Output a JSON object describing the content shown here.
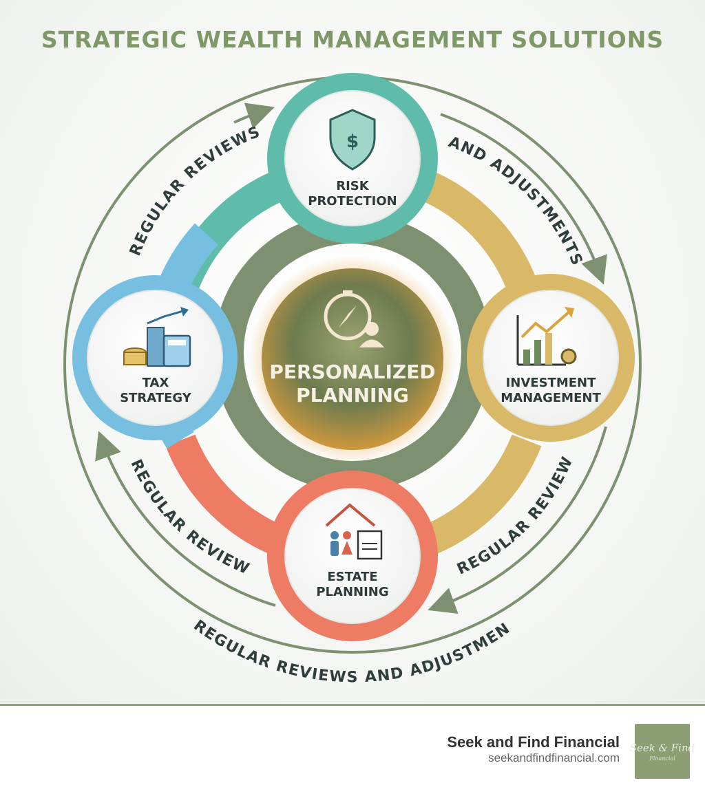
{
  "title": "STRATEGIC WEALTH MANAGEMENT SOLUTIONS",
  "center": {
    "line1": "PERSONALIZED",
    "line2": "PLANNING",
    "icon": "compass-person-icon"
  },
  "nodes": {
    "risk": {
      "line1": "RISK",
      "line2": "PROTECTION",
      "icon": "shield-dollar-icon",
      "color": "#5fbcaa"
    },
    "investment": {
      "line1": "INVESTMENT",
      "line2": "MANAGEMENT",
      "icon": "growth-chart-gear-icon",
      "color": "#d9b967"
    },
    "estate": {
      "line1": "ESTATE",
      "line2": "PLANNING",
      "icon": "house-family-document-icon",
      "color": "#ee7b63"
    },
    "tax": {
      "line1": "TAX",
      "line2": "STRATEGY",
      "icon": "coins-calculator-icon",
      "color": "#77bfe0"
    }
  },
  "arc_labels": {
    "top_left": "REGULAR REVIEWS",
    "top_right": "AND ADJUSTMENTS",
    "bottom_left": "REGULAR REVIEWS",
    "bottom_right": "REGULAR REVIEWS",
    "bottom": "REGULAR REVIEWS AND ADJUSTMENTS"
  },
  "colors": {
    "accent": "#7f9868",
    "ring": "#7d9170",
    "center": "#6f7f52"
  },
  "footer": {
    "brand": "Seek and Find Financial",
    "url": "seekandfindfinancial.com",
    "logo_text": "Seek & Find",
    "logo_sub": "Financial"
  }
}
